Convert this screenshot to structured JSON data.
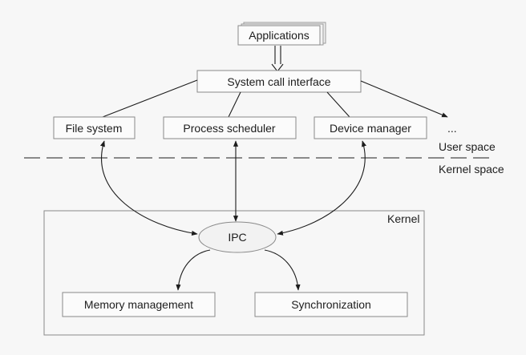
{
  "diagram": {
    "applications": "Applications",
    "syscall": "System call interface",
    "services": {
      "file_system": "File system",
      "process_scheduler": "Process scheduler",
      "device_manager": "Device manager",
      "ellipsis": "..."
    },
    "user_space": "User space",
    "kernel_space": "Kernel space",
    "kernel": "Kernel",
    "ipc": "IPC",
    "memory_management": "Memory management",
    "synchronization": "Synchronization"
  }
}
